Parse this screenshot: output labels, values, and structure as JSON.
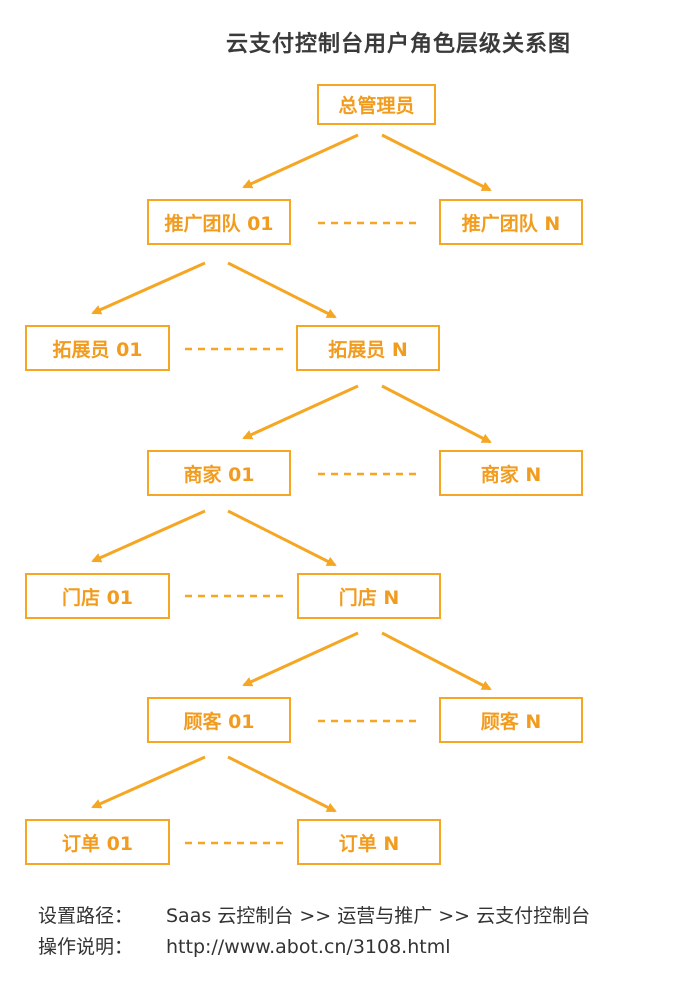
{
  "title": "云支付控制台用户角色层级关系图",
  "nodes": {
    "root": "总管理员",
    "team_1": "推广团队 01",
    "team_n": "推广团队 N",
    "exp_1": "拓展员 01",
    "exp_n": "拓展员 N",
    "mer_1": "商家 01",
    "mer_n": "商家 N",
    "store_1": "门店 01",
    "store_n": "门店 N",
    "cust_1": "顾客 01",
    "cust_n": "顾客 N",
    "order_1": "订单 01",
    "order_n": "订单 N"
  },
  "footer": {
    "path_label": "设置路径：",
    "path_value": "Saas 云控制台 >> 运营与推广 >> 云支付控制台",
    "guide_label": "操作说明：",
    "guide_value": "http://www.abot.cn/3108.html"
  },
  "colors": {
    "accent": "#f5a623",
    "text": "#f29c1f"
  }
}
